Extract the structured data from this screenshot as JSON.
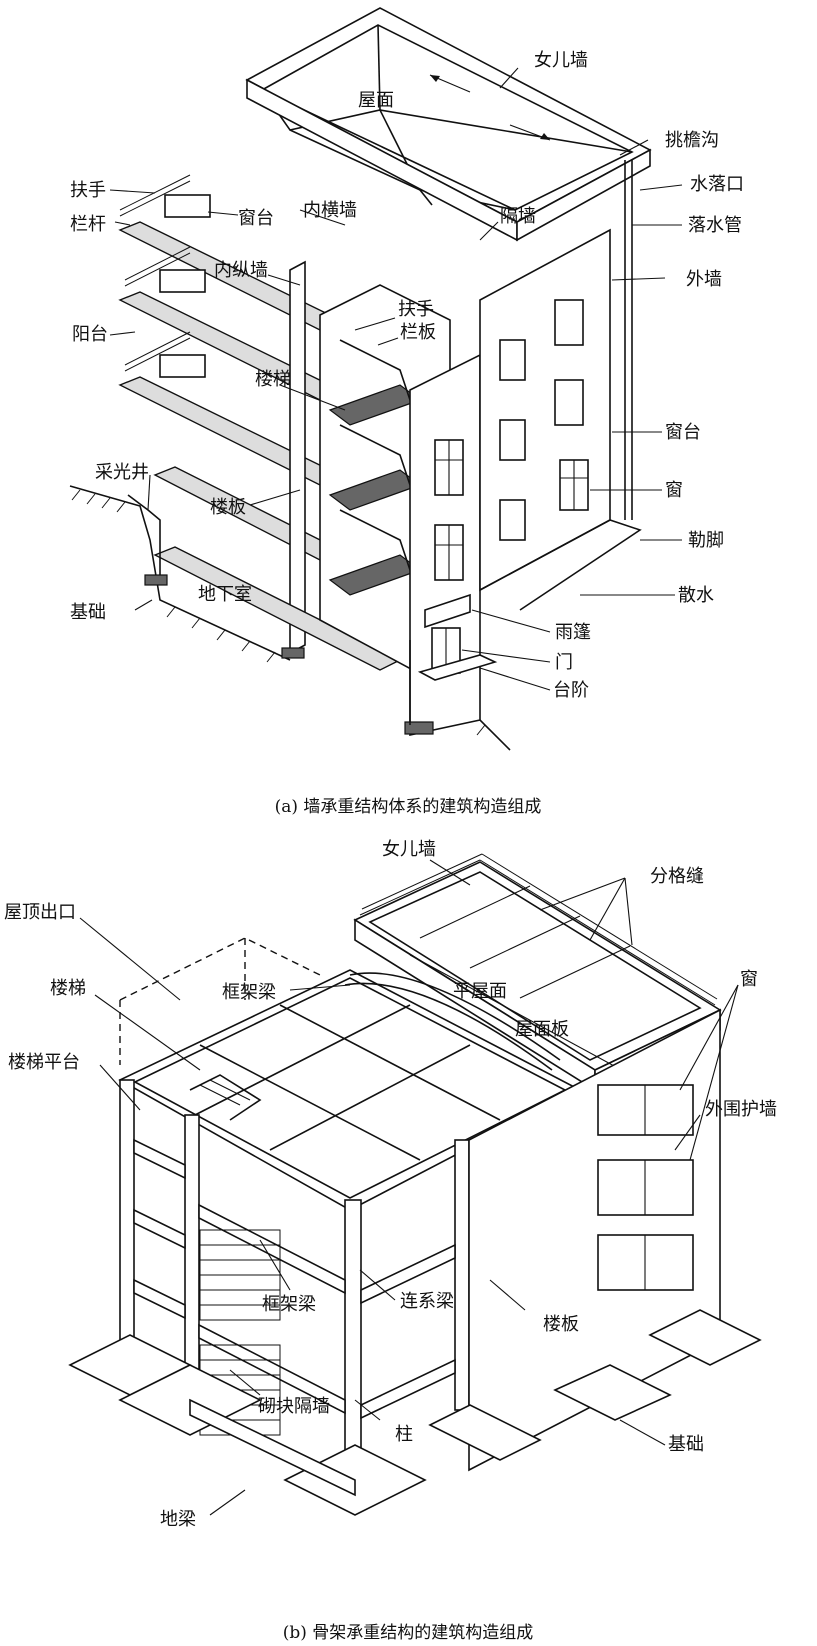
{
  "diagram_a": {
    "caption": "(a) 墙承重结构体系的建筑构造组成",
    "labels": {
      "nuerqiang": "女儿墙",
      "wumian": "屋面",
      "tiaoyangou": "挑檐沟",
      "shuiluokou": "水落口",
      "luoshuiguan": "落水管",
      "waiqiang": "外墙",
      "geqiang": "隔墙",
      "neihengqiang": "内横墙",
      "chuangtai_top": "窗台",
      "fushou_left": "扶手",
      "langan_left": "栏杆",
      "neizongqiang": "内纵墙",
      "fushou_stair": "扶手",
      "lanban": "栏板",
      "yangtai": "阳台",
      "louti": "楼梯",
      "chuangtai_right": "窗台",
      "chuang": "窗",
      "caiguangjing": "采光井",
      "louban": "楼板",
      "lejiao": "勒脚",
      "sanshui": "散水",
      "jichu": "基础",
      "dixiashi": "地下室",
      "yupeng": "雨篷",
      "men": "门",
      "taijie": "台阶"
    }
  },
  "diagram_b": {
    "caption": "(b) 骨架承重结构的建筑构造组成",
    "labels": {
      "nuerqiang": "女儿墙",
      "fengefeng": "分格缝",
      "wudingchukou": "屋顶出口",
      "louti": "楼梯",
      "kuangjialiang_top": "框架梁",
      "pingwumian": "平屋面",
      "wumianban": "屋面板",
      "chuang": "窗",
      "loutipingtai": "楼梯平台",
      "waiweihuqiang": "外围护墙",
      "kuangjialiang_mid": "框架梁",
      "lianxiliang": "连系梁",
      "louban": "楼板",
      "qikuaigeqiang": "砌块隔墙",
      "zhu": "柱",
      "jichu": "基础",
      "diliang": "地梁"
    }
  }
}
